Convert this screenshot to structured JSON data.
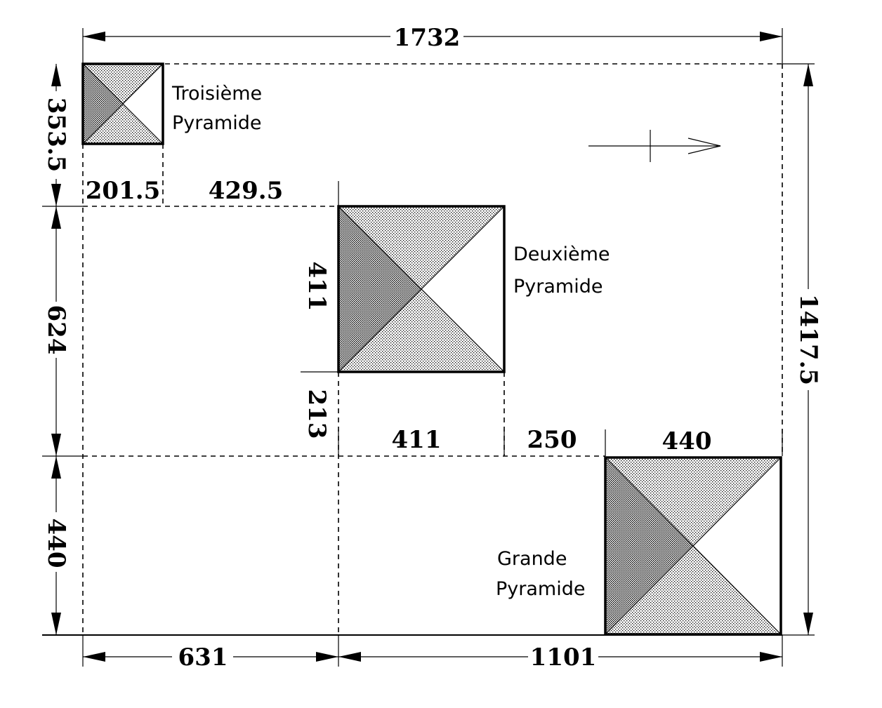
{
  "pyramids": {
    "troisieme": {
      "line1": "Troisième",
      "line2": "Pyramide"
    },
    "deuxieme": {
      "line1": "Deuxième",
      "line2": "Pyramide"
    },
    "grande": {
      "line1": "Grande",
      "line2": "Pyramide"
    }
  },
  "dimensions": {
    "total_width": "1732",
    "total_height": "1417.5",
    "third_height": "353.5",
    "third_width": "201.5",
    "gap_third_second": "429.5",
    "left_middle": "624",
    "second_side": "411",
    "second_gap_below": "213",
    "second_width_bottom": "411",
    "gap_second_great": "250",
    "great_side_top": "440",
    "great_side_left": "440",
    "bottom_left": "631",
    "bottom_right": "1101"
  },
  "colors": {
    "ink": "#000000",
    "background": "#ffffff"
  }
}
